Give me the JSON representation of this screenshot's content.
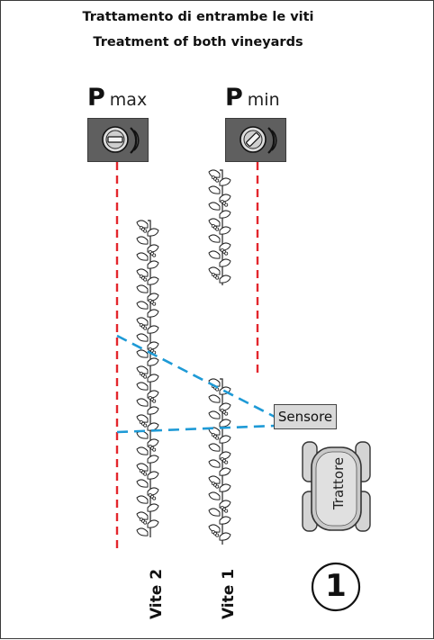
{
  "title": {
    "line1": "Trattamento di entrambe le viti",
    "line2": "Treatment of both vineyards"
  },
  "pressure_max": {
    "letter": "P",
    "word": "max"
  },
  "pressure_min": {
    "letter": "P",
    "word": "min"
  },
  "rows": [
    {
      "label": "Vite 2"
    },
    {
      "label": "Vite 1"
    }
  ],
  "sensor": {
    "label": "Sensore"
  },
  "tractor": {
    "label": "Trattore"
  },
  "step": {
    "number": "1"
  },
  "colors": {
    "dashed_red": "#e3262d",
    "dashed_blue": "#1e9ad6",
    "knob_grey": "#5f5f5f",
    "box_grey": "#d9d9d9",
    "tractor_grey": "#c9c9c9"
  },
  "icons": [
    "pressure-knob-icon",
    "grapevine-icon",
    "tractor-icon"
  ]
}
